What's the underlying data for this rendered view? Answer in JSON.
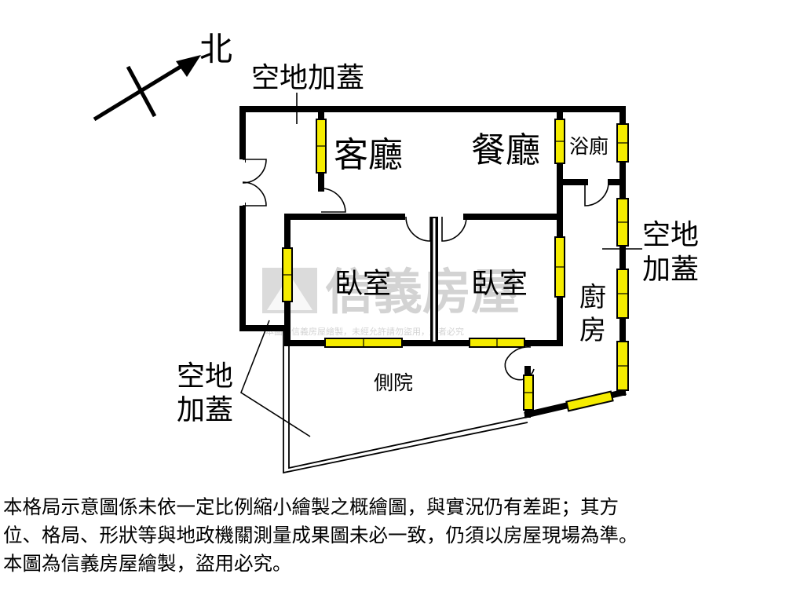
{
  "compass": {
    "label": "北"
  },
  "labels": {
    "top_extension": "空地加蓋",
    "living_room": "客廳",
    "dining_room": "餐廳",
    "bathroom": "浴廁",
    "right_extension_line1": "空地",
    "right_extension_line2": "加蓋",
    "bedroom_left": "臥室",
    "bedroom_right": "臥室",
    "kitchen_line1": "廚",
    "kitchen_line2": "房",
    "side_yard": "側院",
    "left_extension_line1": "空地",
    "left_extension_line2": "加蓋"
  },
  "watermark": {
    "brand": "信義房屋",
    "notice": "本圖為信義房屋繪製，未經允許請勿盜用，違者必究"
  },
  "disclaimer": {
    "line1": "本格局示意圖係未依一定比例縮小繪製之概繪圖，與實況仍有差距；其方",
    "line2": "位、格局、形狀等與地政機關測量成果圖未必一致，仍須以房屋現場為準。",
    "line3": "本圖為信義房屋繪製，盜用必究。"
  },
  "colors": {
    "wall": "#000000",
    "window": "#f5ec00",
    "background": "#ffffff"
  }
}
